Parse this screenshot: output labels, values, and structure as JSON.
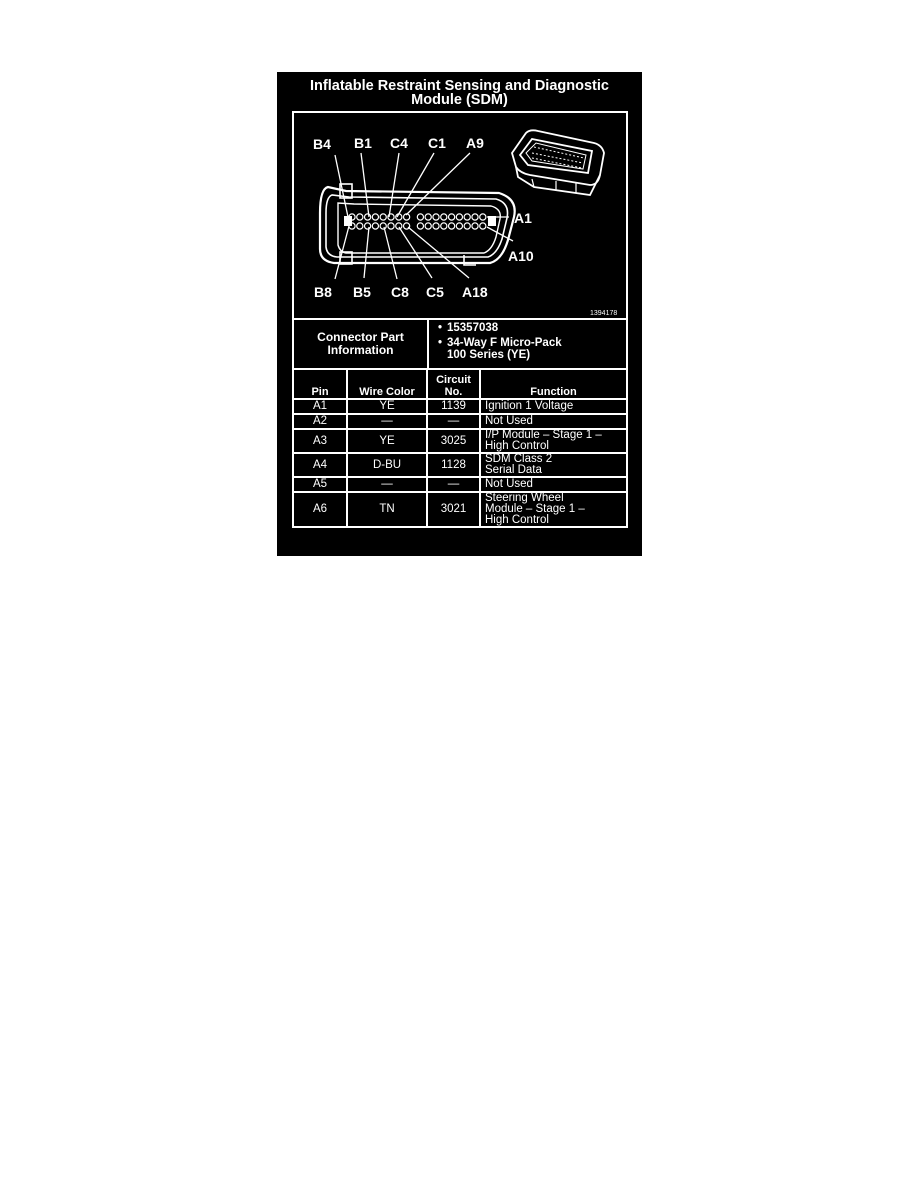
{
  "title": {
    "line1": "Inflatable Restraint Sensing and Diagnostic",
    "line2": "Module (SDM)"
  },
  "diagram": {
    "top_labels": [
      "B4",
      "B1",
      "C4",
      "C1",
      "A9"
    ],
    "bottom_labels": [
      "B8",
      "B5",
      "C8",
      "C5",
      "A18"
    ],
    "right_labels": [
      "A1",
      "A10"
    ],
    "figure_id": "1394178",
    "pins_per_row": {
      "B": 4,
      "C": 4,
      "A": 9
    }
  },
  "connector_info": {
    "label_line1": "Connector Part",
    "label_line2": "Information",
    "values": [
      {
        "line1": "15357038",
        "line2": ""
      },
      {
        "line1": "34-Way F Micro-Pack",
        "line2": "100 Series (YE)"
      }
    ]
  },
  "table": {
    "headers": {
      "pin": "Pin",
      "wire_color": "Wire Color",
      "circuit_line1": "Circuit",
      "circuit_line2": "No.",
      "function": "Function"
    },
    "rows": [
      {
        "pin": "A1",
        "color": "YE",
        "circuit": "1139",
        "function": [
          "Ignition 1 Voltage"
        ]
      },
      {
        "pin": "A2",
        "color": "—",
        "circuit": "—",
        "function": [
          "Not Used"
        ]
      },
      {
        "pin": "A3",
        "color": "YE",
        "circuit": "3025",
        "function": [
          "I/P Module – Stage 1 –",
          "High Control"
        ]
      },
      {
        "pin": "A4",
        "color": "D-BU",
        "circuit": "1128",
        "function": [
          "SDM Class 2",
          "Serial Data"
        ]
      },
      {
        "pin": "A5",
        "color": "—",
        "circuit": "—",
        "function": [
          "Not Used"
        ]
      },
      {
        "pin": "A6",
        "color": "TN",
        "circuit": "3021",
        "function": [
          "Steering Wheel",
          "Module – Stage 1 –",
          "High Control"
        ]
      }
    ]
  }
}
